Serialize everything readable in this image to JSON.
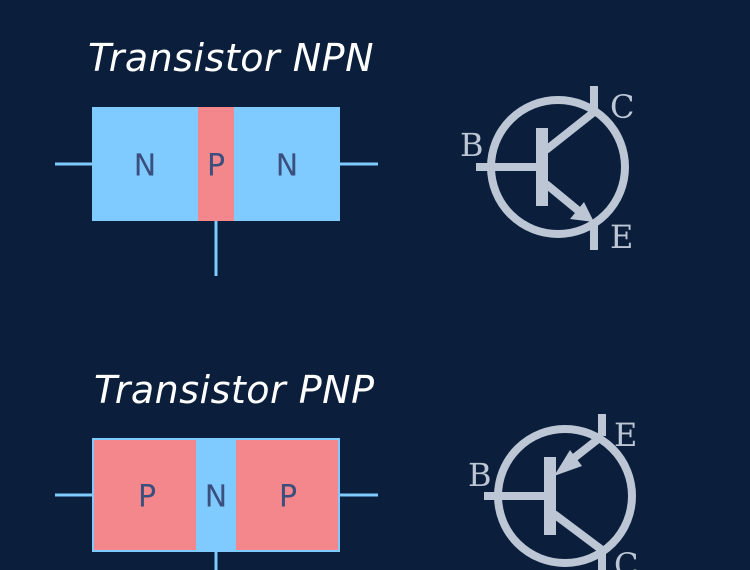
{
  "npn": {
    "title": "Transistor NPN",
    "regions": [
      "N",
      "P",
      "N"
    ],
    "pins": {
      "base": "B",
      "collector": "C",
      "emitter": "E"
    }
  },
  "pnp": {
    "title": "Transistor PNP",
    "regions": [
      "P",
      "N",
      "P"
    ],
    "pins": {
      "base": "B",
      "collector": "C",
      "emitter": "E"
    }
  },
  "colors": {
    "background": "#0b1f3d",
    "n_region": "#7fcbff",
    "p_region": "#f4878b",
    "wire": "#7fcbff",
    "symbol": "#bcc6d4",
    "region_text": "#3a4f7e"
  }
}
